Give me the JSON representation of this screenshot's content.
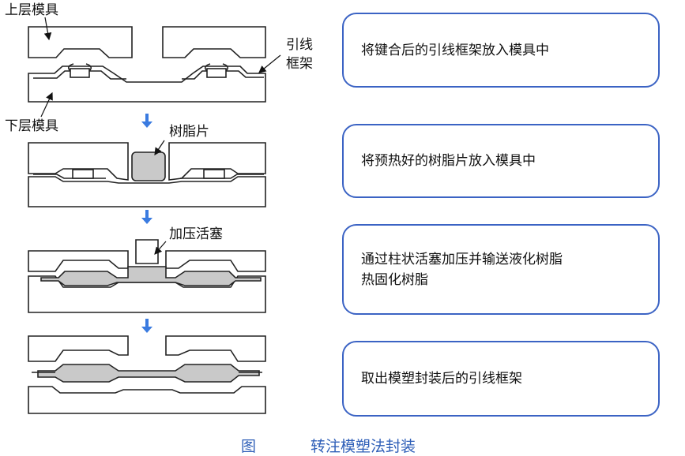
{
  "labels": {
    "upper_mold": "上层模具",
    "lead_frame_line1": "引线",
    "lead_frame_line2": "框架",
    "lower_mold": "下层模具",
    "resin_tablet": "树脂片",
    "plunger": "加压活塞"
  },
  "steps": [
    {
      "text": "将键合后的引线框架放入模具中"
    },
    {
      "text": "将预热好的树脂片放入模具中"
    },
    {
      "text_line1": "通过柱状活塞加压并输送液化树脂",
      "text_line2": "热固化树脂"
    },
    {
      "text": "取出模塑封装后的引线框架"
    }
  ],
  "caption": {
    "prefix": "图",
    "title": "转注模塑法封装"
  },
  "colors": {
    "box_border": "#3b63c4",
    "arrow": "#3a7be0",
    "resin": "#c9c9c9",
    "caption": "#2f5fb8"
  }
}
